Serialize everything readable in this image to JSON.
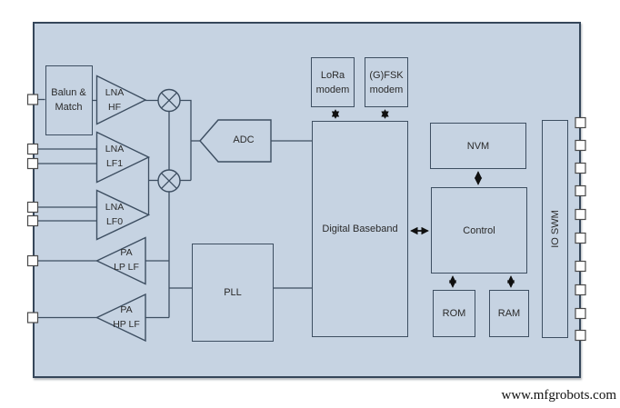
{
  "diagram": {
    "watermark": "www.mfgrobots.com",
    "blocks": {
      "balun": {
        "line1": "Balun &",
        "line2": "Match"
      },
      "lna_hf": {
        "line1": "LNA",
        "line2": "HF"
      },
      "lna_lf1": {
        "line1": "LNA",
        "line2": "LF1"
      },
      "lna_lf0": {
        "line1": "LNA",
        "line2": "LF0"
      },
      "pa_lp": {
        "line1": "PA",
        "line2": "LP LF"
      },
      "pa_hp": {
        "line1": "PA",
        "line2": "HP LF"
      },
      "adc": {
        "label": "ADC"
      },
      "pll": {
        "label": "PLL"
      },
      "digital_baseband": {
        "label": "Digital Baseband"
      },
      "lora_modem": {
        "line1": "LoRa",
        "line2": "modem"
      },
      "gfsk_modem": {
        "line1": "(G)FSK",
        "line2": "modem"
      },
      "nvm": {
        "label": "NVM"
      },
      "control": {
        "label": "Control"
      },
      "rom": {
        "label": "ROM"
      },
      "ram": {
        "label": "RAM"
      },
      "io_swm": {
        "label": "IO SWM"
      }
    },
    "pins": {
      "left_count": 7,
      "right_count": 10
    },
    "colors": {
      "page_bg": "#ffffff",
      "chip_fill": "#c6d3e2",
      "line": "#3d4e61",
      "arrow": "#101010",
      "text": "#2a2a2a",
      "pin_fill": "#fdfdfd"
    }
  }
}
